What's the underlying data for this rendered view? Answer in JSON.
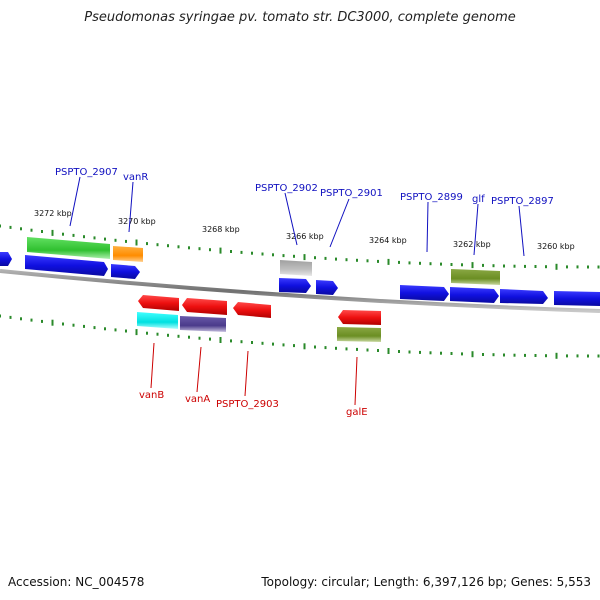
{
  "title": "Pseudomonas syringae pv. tomato str. DC3000, complete genome",
  "footer": {
    "accession": "Accession: NC_004578",
    "topology": "Topology: circular; Length: 6,397,126 bp; Genes: 5,553"
  },
  "scale_labels": [
    "3272 kbp",
    "3270 kbp",
    "3268 kbp",
    "3266 kbp",
    "3264 kbp",
    "3262 kbp",
    "3260 kbp"
  ],
  "gene_labels_top": [
    "PSPTO_2907",
    "vanR",
    "PSPTO_2902",
    "PSPTO_2901",
    "PSPTO_2899",
    "glf",
    "PSPTO_2897"
  ],
  "gene_labels_bottom": [
    "vanB",
    "vanA",
    "PSPTO_2903",
    "galE"
  ],
  "colors": {
    "forward_label": "#1010c0",
    "reverse_label": "#cc0000",
    "tick": "#2a8a2a",
    "backbone": "#8a8a8a",
    "blue_cds": "#1010e0",
    "red_cds": "#ee1010",
    "green_cds": "#30c030",
    "orange_cds": "#ff8c00",
    "olive_cds": "#6b8e23",
    "cyan_cds": "#00e0e0",
    "purple_cds": "#4a3a8a",
    "grey_cds": "#b0b0b0"
  }
}
